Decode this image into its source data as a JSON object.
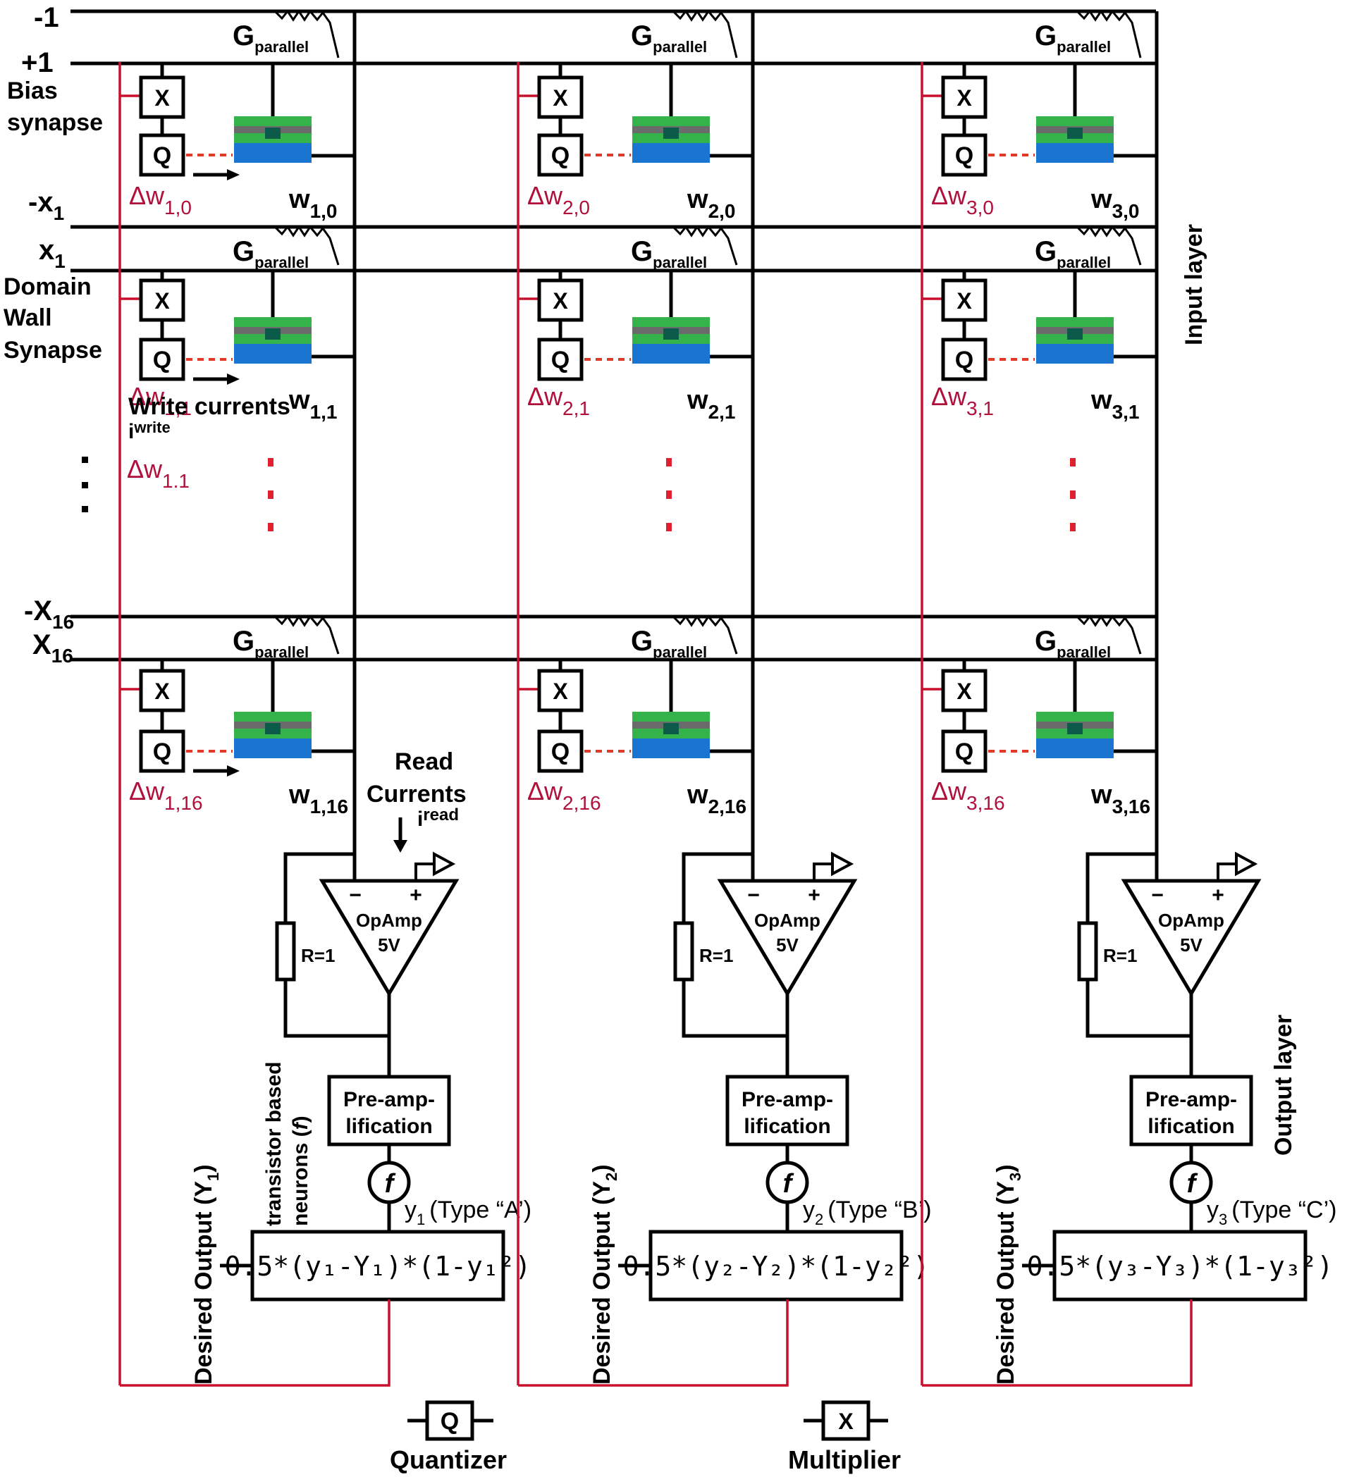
{
  "rails": {
    "minus_one": "-1",
    "plus_one": "+1",
    "minus_x1_sign": "-x",
    "minus_x1_sub": "1",
    "x1": "x",
    "x1_sub": "1",
    "minus_x16": "-X",
    "minus_x16_sub": "16",
    "x16": "X",
    "x16_sub": "16"
  },
  "side_labels": {
    "bias_line1": "Bias",
    "bias_line2": "synapse",
    "dw_line1": "Domain",
    "dw_line2": "Wall",
    "dw_line3": "Synapse",
    "input_layer": "Input layer",
    "output_layer": "Output layer"
  },
  "gparallel": {
    "main": "G",
    "sub": "parallel"
  },
  "blocks": {
    "mult": "X",
    "quant": "Q"
  },
  "columns": [
    {
      "w0": {
        "base": "w",
        "sub": "1,0"
      },
      "w1": {
        "base": "w",
        "sub": "1,1"
      },
      "w16": {
        "base": "w",
        "sub": "1,16"
      },
      "dw0": {
        "base": "Δw",
        "sub": "1,0"
      },
      "dw1": {
        "base": "Δw",
        "sub": "1,1"
      },
      "dw16": {
        "base": "Δw",
        "sub": "1,16"
      },
      "y": "y",
      "y_sub": "1",
      "type": "(Type “A’)",
      "formula": "0.5*(y₁-Y₁)*(1-y₁²)",
      "desired": "Desired Output (Y",
      "desired_sub": "1",
      "desired_close": ")"
    },
    {
      "w0": {
        "base": "w",
        "sub": "2,0"
      },
      "w1": {
        "base": "w",
        "sub": "2,1"
      },
      "w16": {
        "base": "w",
        "sub": "2,16"
      },
      "dw0": {
        "base": "Δw",
        "sub": "2,0"
      },
      "dw1": {
        "base": "Δw",
        "sub": "2,1"
      },
      "dw16": {
        "base": "Δw",
        "sub": "2,16"
      },
      "y": "y",
      "y_sub": "2",
      "type": "(Type “B’)",
      "formula": "0.5*(y₂-Y₂)*(1-y₂²)",
      "desired": "Desired Output (Y",
      "desired_sub": "2",
      "desired_close": ")"
    },
    {
      "w0": {
        "base": "w",
        "sub": "3,0"
      },
      "w1": {
        "base": "w",
        "sub": "3,1"
      },
      "w16": {
        "base": "w",
        "sub": "3,16"
      },
      "dw0": {
        "base": "Δw",
        "sub": "3,0"
      },
      "dw1": {
        "base": "Δw",
        "sub": "3,1"
      },
      "dw16": {
        "base": "Δw",
        "sub": "3,16"
      },
      "y": "y",
      "y_sub": "3",
      "type": "(Type “C’)",
      "formula": "0.5*(y₃-Y₃)*(1-y₃²)",
      "desired": "Desired Output (Y",
      "desired_sub": "3",
      "desired_close": ")"
    }
  ],
  "write_currents": {
    "line1": "Write currents",
    "i": "i",
    "sup": "write"
  },
  "delta_w11_extra": {
    "base": "Δw",
    "sub": "1.1"
  },
  "read_currents": {
    "line1": "Read",
    "line2": "Currents",
    "i": "i",
    "sup": "read"
  },
  "opamp": {
    "minus": "−",
    "plus": "+",
    "name": "OpAmp",
    "voltage": "5V",
    "resistor": "R=1"
  },
  "preamp": {
    "line1": "Pre-amp-",
    "line2": "lification"
  },
  "neuron_func": "f",
  "neuron_note": {
    "line1": "transistor based",
    "line2": "neurons (",
    "f": "f",
    "close": ")"
  },
  "legend": {
    "quantizer": "Quantizer",
    "multiplier": "Multiplier"
  },
  "colors": {
    "red_wire": "#c8102e",
    "green": "#33b34a",
    "blue": "#1a75d1",
    "gray": "#6b6b6b",
    "dark": "#0c5a4a"
  }
}
